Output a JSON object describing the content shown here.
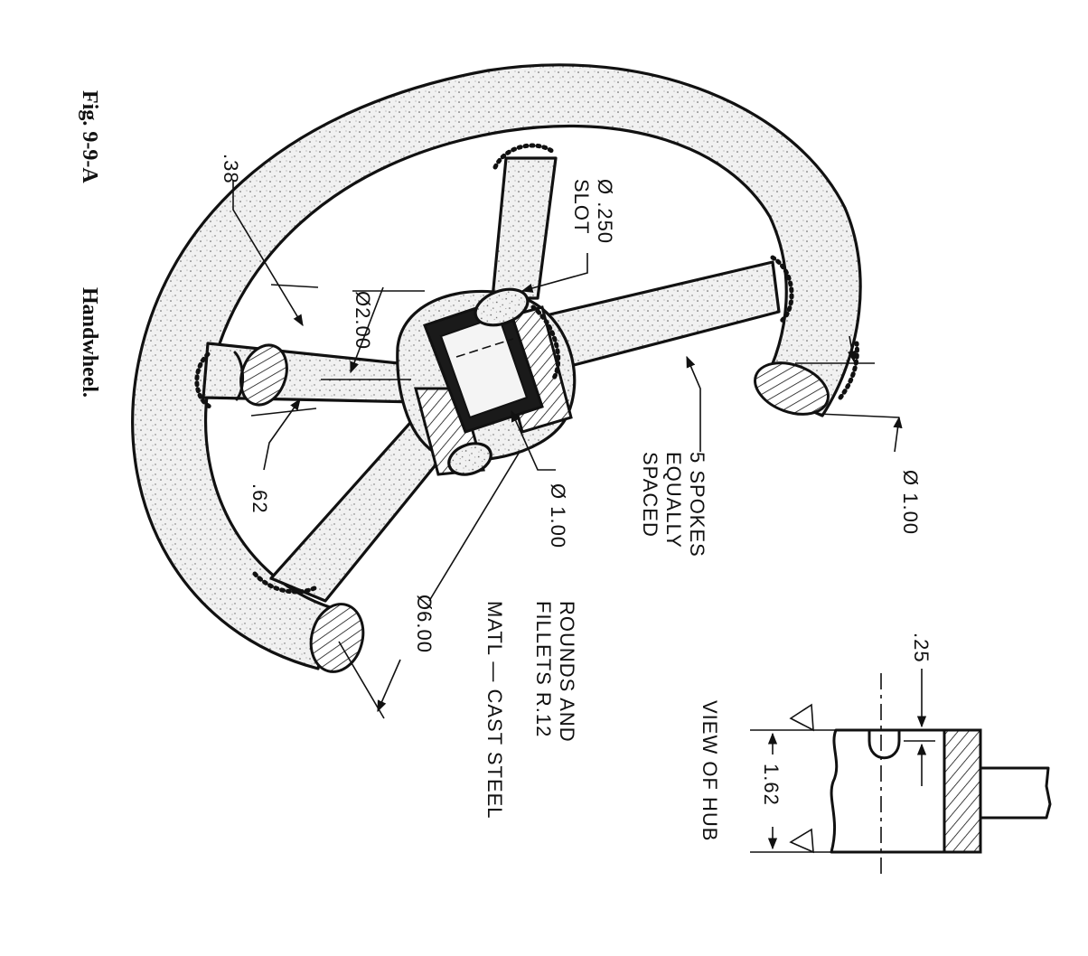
{
  "figure": {
    "number": "Fig. 9-9-A",
    "title": "Handwheel."
  },
  "notes": {
    "spokes": [
      "5 SPOKES",
      "EQUALLY",
      "SPACED"
    ],
    "rounds": [
      "ROUNDS AND",
      "FILLETS R.12"
    ],
    "material": "MATL — CAST STEEL"
  },
  "dimensions": {
    "rim_section_dia": "Ø 1.00",
    "slot": [
      "Ø .250",
      "SLOT"
    ],
    "hub_dia": "Ø2.00",
    "bore_dia": "Ø 1.00",
    "overall_dia": "Ø6.00",
    "spoke_a": ".38",
    "spoke_b": ".62"
  },
  "hub_view": {
    "title": "VIEW OF HUB",
    "length": "1.62",
    "slot_offset": ".25"
  }
}
